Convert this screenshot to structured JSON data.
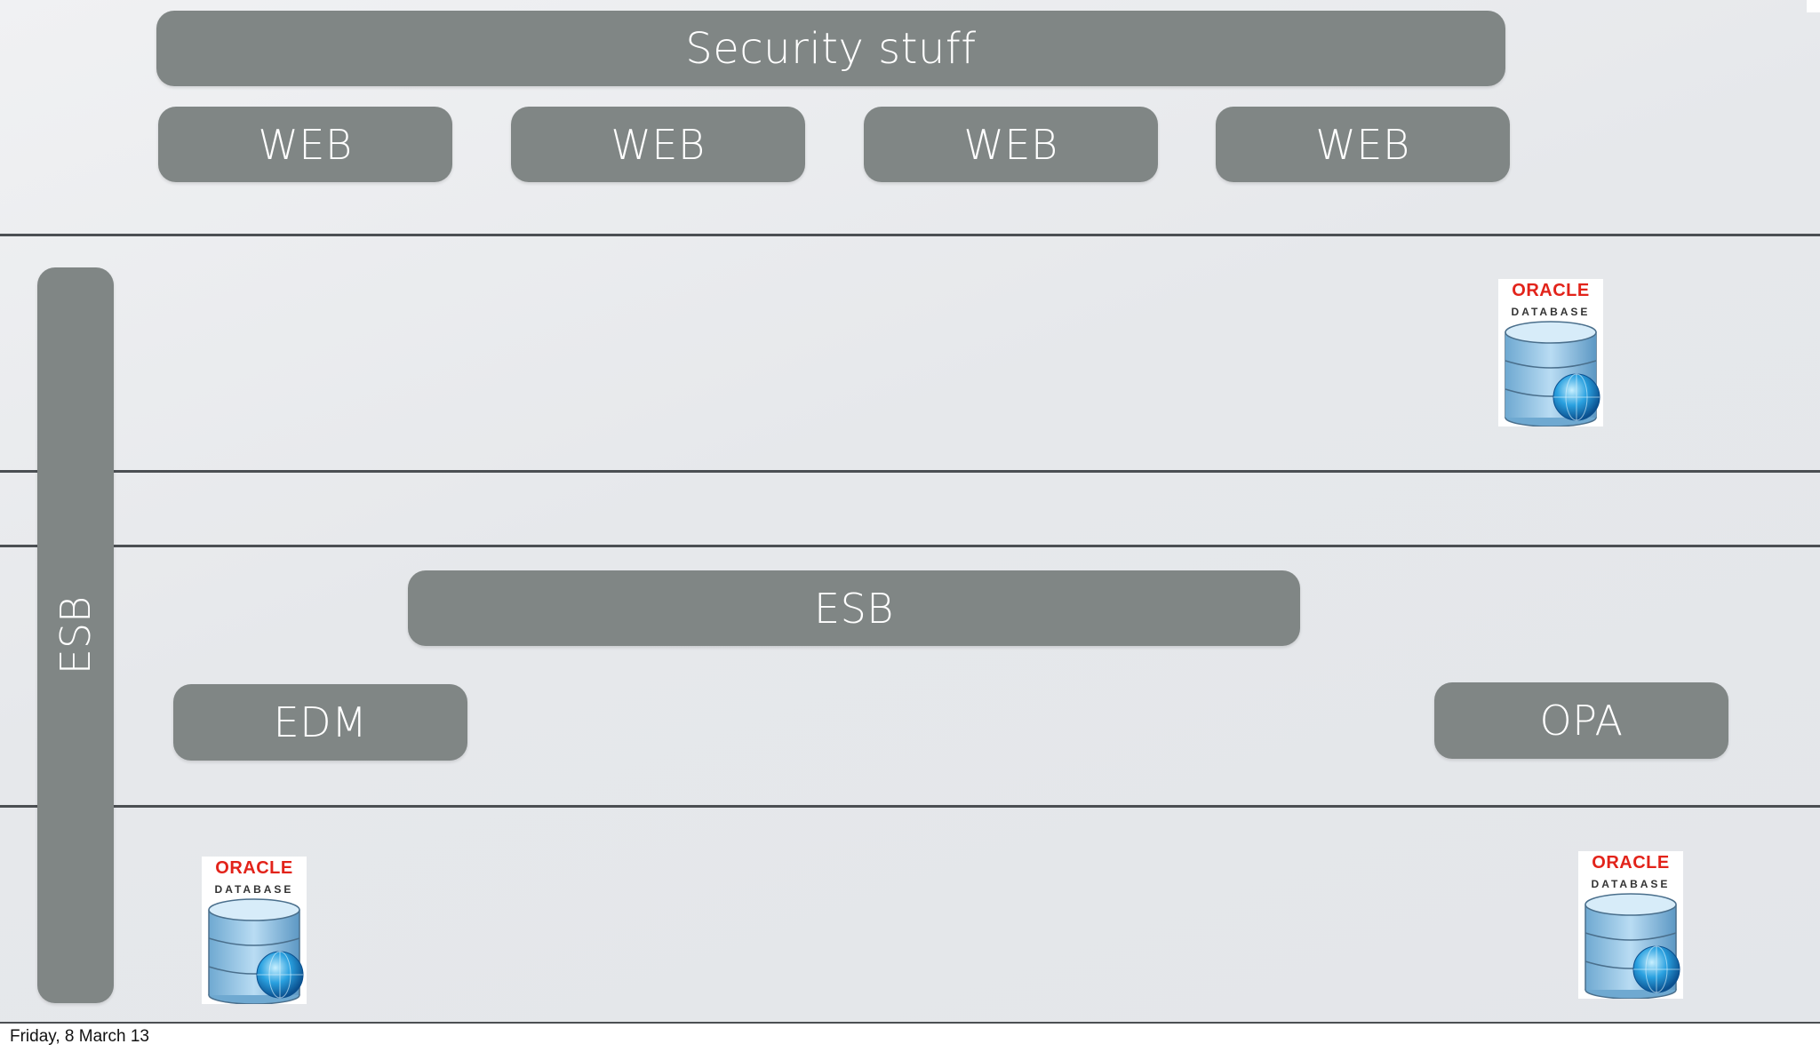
{
  "diagram": {
    "top": {
      "security": "Security stuff",
      "web_boxes": [
        "WEB",
        "WEB",
        "WEB",
        "WEB"
      ]
    },
    "vertical_esb": "ESB",
    "middle": {
      "esb": "ESB",
      "edm": "EDM",
      "opa": "OPA"
    },
    "databases": [
      {
        "brand": "ORACLE",
        "label": "DATABASE"
      },
      {
        "brand": "ORACLE",
        "label": "DATABASE"
      },
      {
        "brand": "ORACLE",
        "label": "DATABASE"
      }
    ]
  },
  "footer": {
    "date": "Friday, 8 March 13"
  },
  "colors": {
    "box_fill": "#808685",
    "box_text": "#ffffff",
    "divider": "#4b4f53",
    "oracle_red": "#e2231a",
    "db_blue": "#9ecbe8"
  },
  "icons": {
    "database": "oracle-database-icon"
  }
}
